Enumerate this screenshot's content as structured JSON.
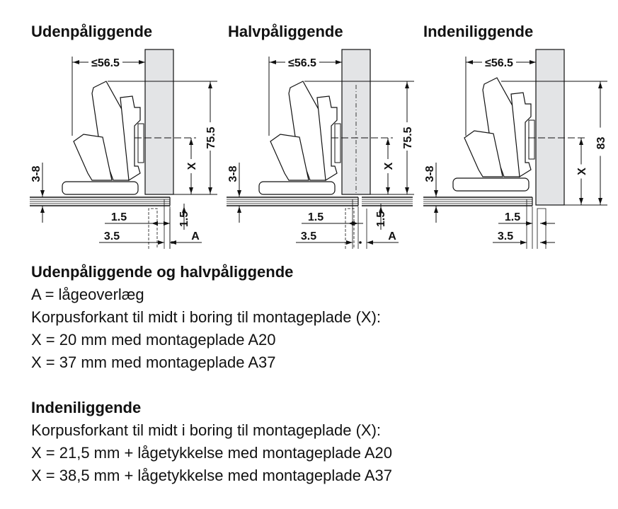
{
  "diagrams": [
    {
      "title": "Udenpåliggende",
      "width_dim": "≤56.5",
      "height_dim": "75.5",
      "x_dim": "X",
      "gap_dim": "3-8",
      "dim_1": "1.5",
      "dim_2": "3.5",
      "overlay": "A",
      "vert_dim": "1.5",
      "variant": "full"
    },
    {
      "title": "Halvpåliggende",
      "width_dim": "≤56.5",
      "height_dim": "75.5",
      "x_dim": "X",
      "gap_dim": "3-8",
      "dim_1": "1.5",
      "dim_2": "3.5",
      "overlay": "A",
      "vert_dim": "1.5",
      "variant": "half"
    },
    {
      "title": "Indeniliggende",
      "width_dim": "≤56.5",
      "height_dim": "83",
      "x_dim": "X",
      "gap_dim": "3-8",
      "dim_1": "1.5",
      "dim_2": "3.5",
      "variant": "inset"
    }
  ],
  "section1": {
    "heading": "Udenpåliggende og halvpåliggende",
    "lines": [
      "A = lågeoverlæg",
      "Korpusforkant til midt i boring til montageplade (X):",
      "X = 20 mm med montageplade A20",
      "X = 37 mm med montageplade A37"
    ]
  },
  "section2": {
    "heading": "Indeniliggende",
    "lines": [
      "Korpusforkant til midt i boring til montageplade (X):",
      "X = 21,5 mm + lågetykkelse med montageplade A20",
      "X = 38,5 mm + lågetykkelse med montageplade A37"
    ]
  },
  "colors": {
    "panel": "#e3e4e6",
    "line": "#111111"
  }
}
